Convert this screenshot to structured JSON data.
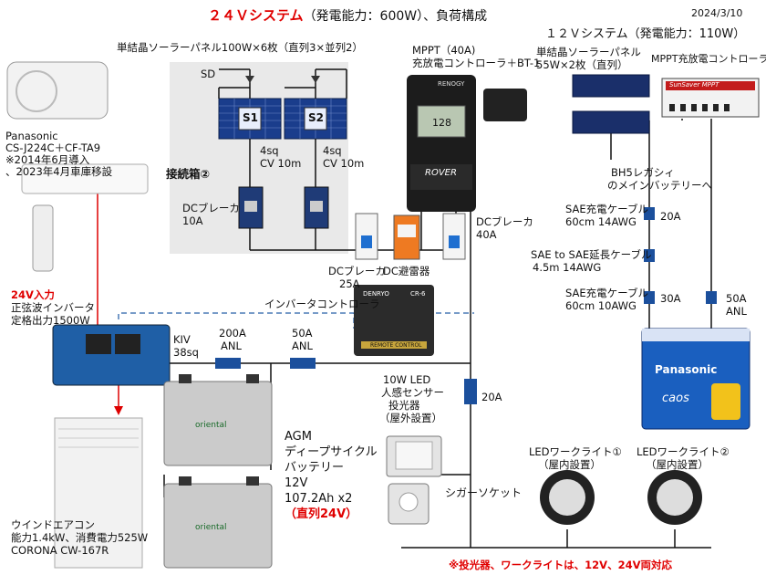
{
  "title": {
    "main": "２４Ｖシステム",
    "sub": "（発電能力：600W）、負荷構成"
  },
  "date": "2024/3/10",
  "panel24": {
    "label": "単結晶ソーラーパネル100W×6枚（直列3×並列2）",
    "sd": "SD",
    "s1": "S1",
    "s2": "S2",
    "cable1_a": "4sq",
    "cable1_b": "CV 10m",
    "cable2_a": "4sq",
    "cable2_b": "CV 10m",
    "junction": "接続箱②",
    "breaker_a": "DCブレーカ",
    "breaker_b": "10A"
  },
  "mppt40": {
    "label_a": "MPPT（40A)",
    "label_b": "充放電コントローラ＋BT-1",
    "brand": "RENOGY",
    "model": "ROVER",
    "display": "128"
  },
  "breakers": {
    "b25_a": "DCブレーカ",
    "b25_b": "25A",
    "arrester": "DC避雷器",
    "b40_a": "DCブレーカ",
    "b40_b": "40A"
  },
  "aircon": {
    "line1": "Panasonic",
    "line2": "CS-J224C＋CF-TA9",
    "line3": "※2014年6月導入",
    "line4": "、2023年4月車庫移設"
  },
  "inverter": {
    "line1": "24V入力",
    "line2": "正弦波インバータ",
    "line3": "定格出力1500W",
    "controller": "インバータコントローラ",
    "cr_brand": "DENRYO",
    "cr_model": "CR-6",
    "cr_label": "REMOTE CONTROL"
  },
  "wiring": {
    "kiv_a": "KIV",
    "kiv_b": "38sq",
    "anl200_a": "200A",
    "anl200_b": "ANL",
    "anl50_a": "50A",
    "anl50_b": "ANL",
    "fuse20": "20A"
  },
  "battery": {
    "line1": "AGM",
    "line2": "ディープサイクル",
    "line3": "バッテリー",
    "line4": "12V",
    "line5": "107.2Ah  x2",
    "line6": "（直列24V）",
    "brand": "oriental"
  },
  "window_ac": {
    "line1": "ウインドエアコン",
    "line2": "能力1.4kW、消費電力525W",
    "line3": "CORONA  CW-167R"
  },
  "led": {
    "line1": "10W  LED",
    "line2": "人感センサー",
    "line3": "投光器",
    "line4": "（屋外設置）"
  },
  "socket": "シガーソケット",
  "work1": {
    "line1": "LEDワークライト①",
    "line2": "（屋内設置）"
  },
  "work2": {
    "line1": "LEDワークライト②",
    "line2": "（屋内設置）"
  },
  "note": "※投光器、ワークライトは、12V、24V両対応",
  "sys12": {
    "title": "１２Ｖシステム（発電能力：110W）",
    "panel_a": "単結晶ソーラーパネル",
    "panel_b": "55W×2枚（直列）",
    "mppt": "MPPT充放電コントローラ",
    "mppt_brand": "SunSaver MPPT",
    "bh5_a": "BH5レガシィ",
    "bh5_b": "のメインバッテリーへ",
    "sae1_a": "SAE充電ケーブル",
    "sae1_b": "60cm 14AWG",
    "fuse1": "20A",
    "sae2_a": "SAE to SAE延長ケーブル",
    "sae2_b": "4.5m 14AWG",
    "sae3_a": "SAE充電ケーブル",
    "sae3_b": "60cm 10AWG",
    "fuse3": "30A",
    "anl_a": "50A",
    "anl_b": "ANL",
    "battery_brand": "Panasonic",
    "battery_model": "caos"
  }
}
